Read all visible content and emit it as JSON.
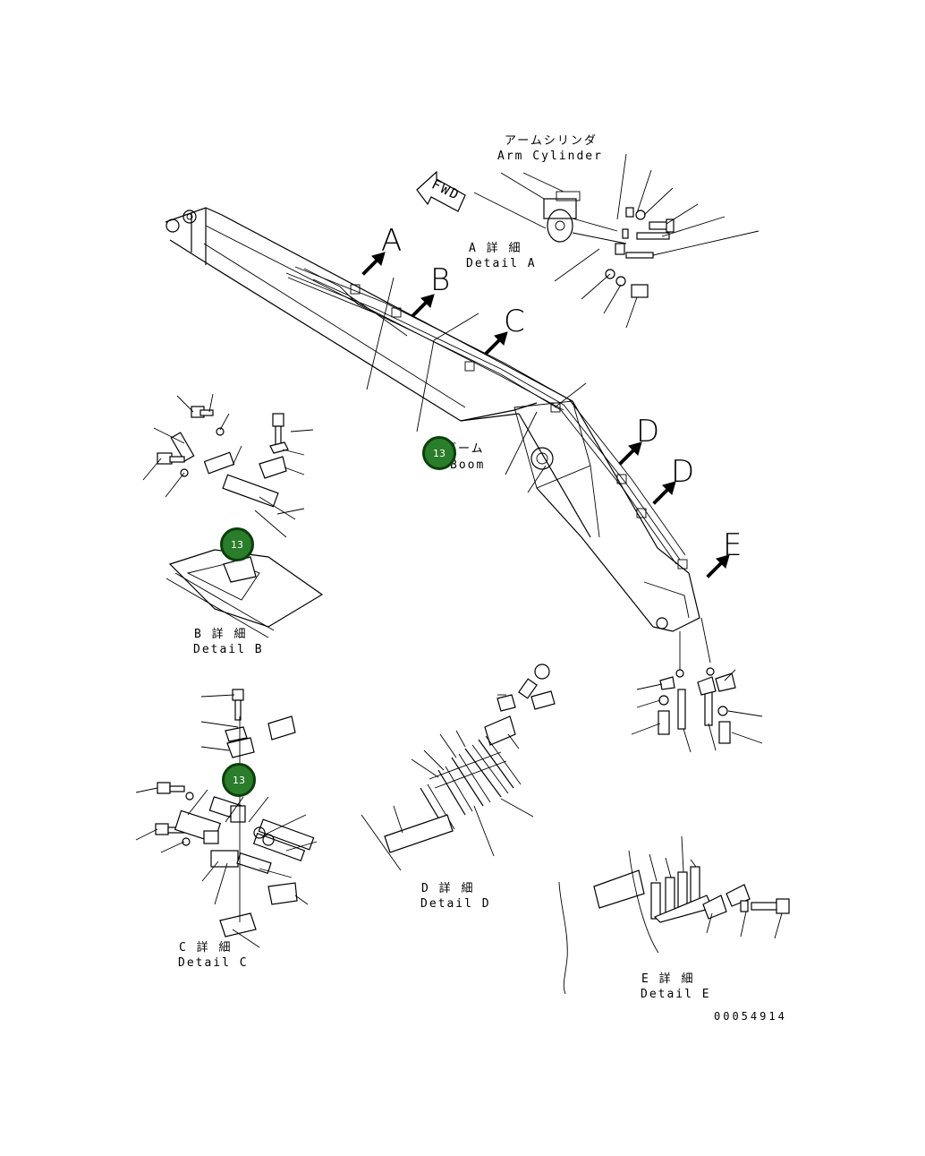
{
  "labels": {
    "arm_cylinder_jp": "アームシリンダ",
    "arm_cylinder_en": "Arm Cylinder",
    "fwd": "FWD",
    "detail_a_jp": "A 詳 細",
    "detail_a_en": "Detail A",
    "boom_jp": "ブーム",
    "boom_en": "Boom",
    "detail_b_jp": "B 詳 細",
    "detail_b_en": "Detail B",
    "detail_c_jp": "C 詳 細",
    "detail_c_en": "Detail C",
    "detail_d_jp": "D 詳 細",
    "detail_d_en": "Detail D",
    "detail_e_jp": "E 詳 細",
    "detail_e_en": "Detail E",
    "drawing_number": "00054914"
  },
  "callouts": {
    "a": "A",
    "b": "B",
    "c": "C",
    "d1": "D",
    "d2": "D",
    "e": "E"
  },
  "hotspots": {
    "boom": "13",
    "detail_b": "13",
    "detail_c": "13"
  },
  "colors": {
    "hotspot_fill": "#2a7d2a",
    "hotspot_border": "#0b3f0b",
    "line": "#000000",
    "background": "#ffffff"
  }
}
